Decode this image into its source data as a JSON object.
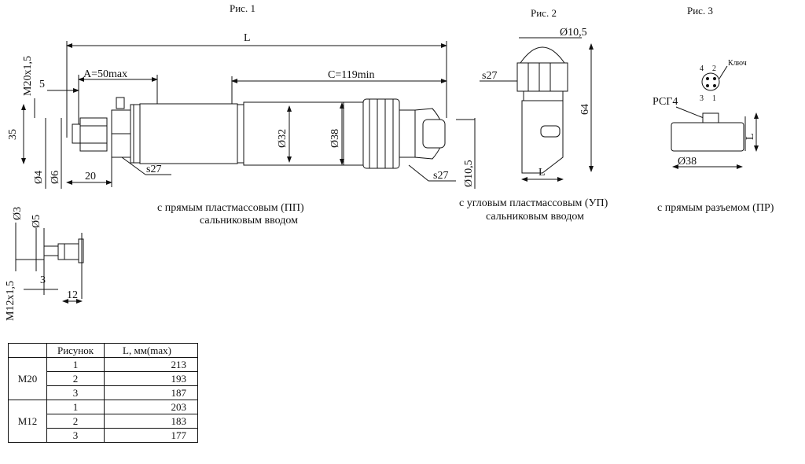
{
  "figures": {
    "fig1": {
      "title": "Рис. 1",
      "caption_line1": "с прямым пластмассовым (ПП)",
      "caption_line2": "сальниковым вводом"
    },
    "fig2": {
      "title": "Рис. 2",
      "caption_line1": "с угловым пластмассовым (УП)",
      "caption_line2": "сальниковым вводом"
    },
    "fig3": {
      "title": "Рис. 3",
      "caption_line1": "с прямым разъемом (ПР)"
    }
  },
  "dimensions": {
    "L": "L",
    "thread_m20": "M20x1,5",
    "five": "5",
    "a_max": "A=50max",
    "c_min": "C=119min",
    "d35": "35",
    "d4": "Ø4",
    "d6": "Ø6",
    "twenty": "20",
    "s27": "s27",
    "d32": "Ø32",
    "d38": "Ø38",
    "d10_5": "Ø10,5",
    "sixtyfour": "64",
    "rsg4": "РСГ4",
    "key": "Ключ",
    "pin4": "4",
    "pin2": "2",
    "pin3": "3",
    "pin1": "1",
    "d3": "Ø3",
    "d5": "Ø5",
    "thread_m12": "M12x1,5",
    "three": "3",
    "twelve": "12"
  },
  "table": {
    "headers": [
      "Рисунок",
      "L, мм(max)"
    ],
    "groups": [
      {
        "name": "M20",
        "rows": [
          {
            "figure": "1",
            "L": "213"
          },
          {
            "figure": "2",
            "L": "193"
          },
          {
            "figure": "3",
            "L": "187"
          }
        ]
      },
      {
        "name": "M12",
        "rows": [
          {
            "figure": "1",
            "L": "203"
          },
          {
            "figure": "2",
            "L": "183"
          },
          {
            "figure": "3",
            "L": "177"
          }
        ]
      }
    ]
  }
}
